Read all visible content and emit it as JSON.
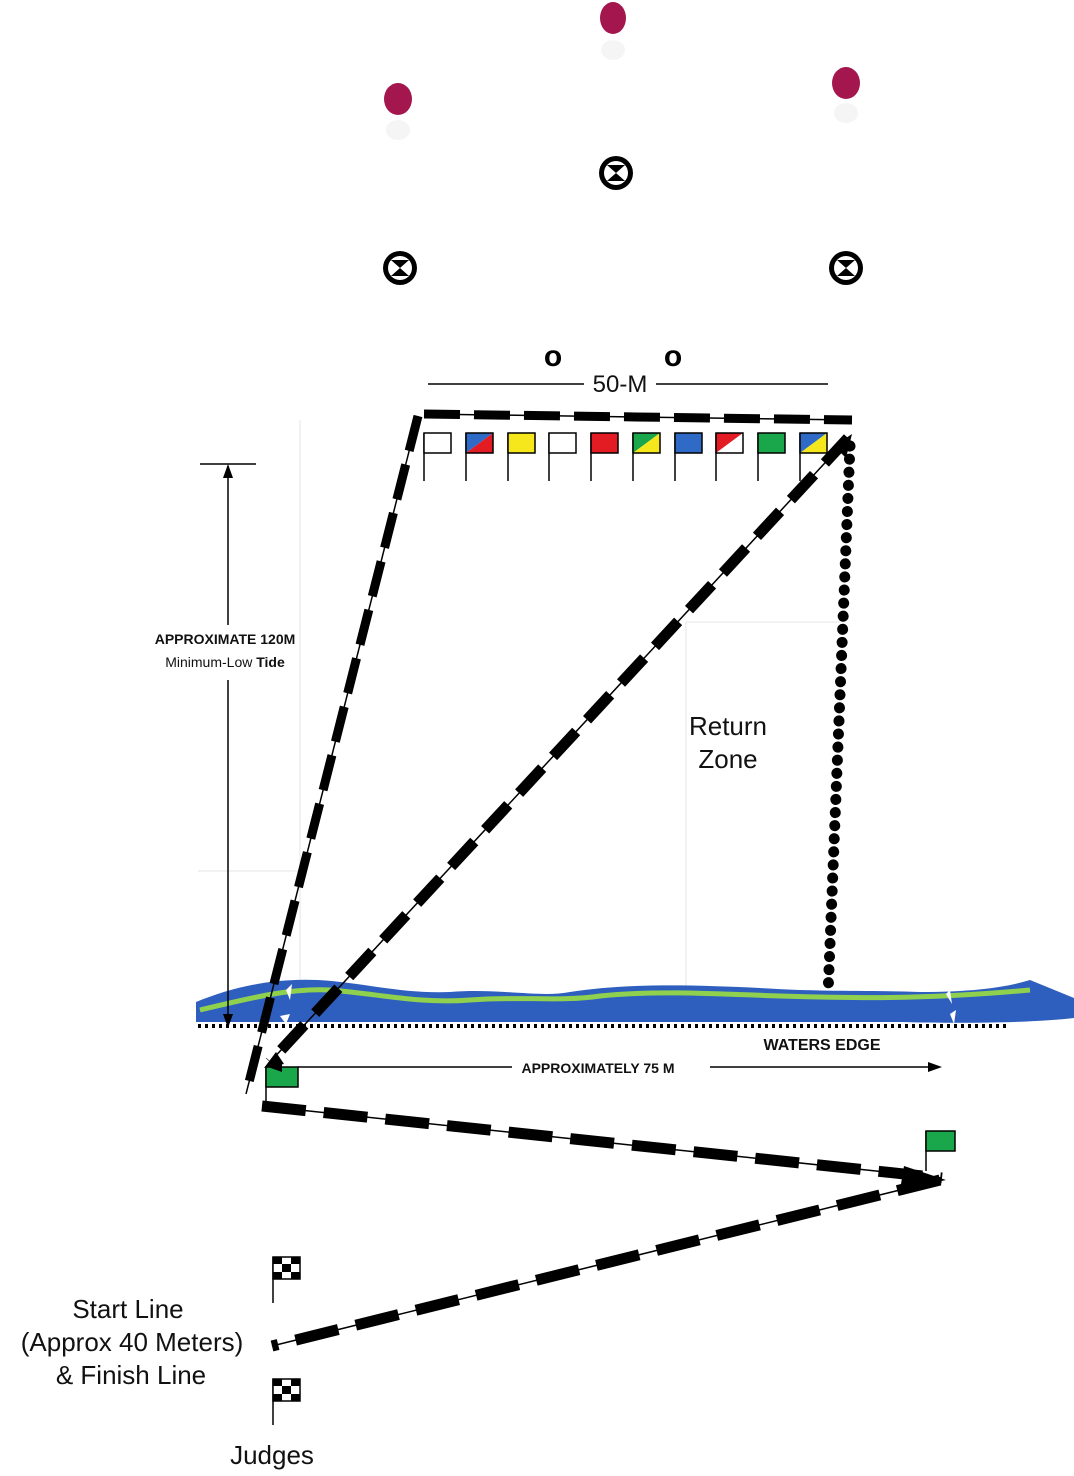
{
  "labels": {
    "width": "50-M",
    "o_left": "o",
    "o_right": "o",
    "height_line1": "APPROXIMATE 120M",
    "height_line2_prefix": "Minimum-Low ",
    "height_line2_bold": "Tide",
    "return_line1": "Return",
    "return_line2": "Zone",
    "waters_edge": "WATERS EDGE",
    "approx_75": "APPROXIMATELY 75 M",
    "start_line1": "Start Line",
    "start_line2": "(Approx 40 Meters)",
    "start_line3": "& Finish Line",
    "judges": "Judges"
  },
  "flag_row": [
    "white",
    "blue-red",
    "yellow",
    "white",
    "red",
    "green-yellow",
    "blue",
    "red-white",
    "green",
    "blue-yellow"
  ],
  "colors": {
    "buoy": "#a3174e",
    "water_blue": "#2f5fbe",
    "water_green": "#8fd14f",
    "flag_green": "#1aa64a",
    "flag_red": "#e31b23",
    "flag_yellow": "#f5e71b",
    "flag_blue": "#2f6ac7"
  }
}
